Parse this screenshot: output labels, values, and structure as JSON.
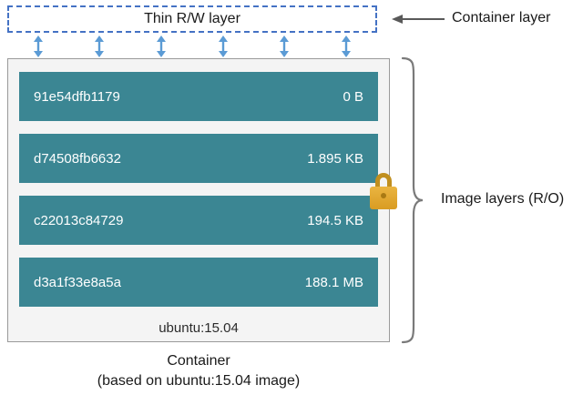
{
  "thin_layer": {
    "label": "Thin R/W layer"
  },
  "annotations": {
    "container_layer": "Container layer",
    "image_layers": "Image layers (R/O)"
  },
  "container": {
    "base_image": "ubuntu:15.04",
    "caption_line1": "Container",
    "caption_line2": "(based on ubuntu:15.04 image)",
    "layers": [
      {
        "id": "91e54dfb1179",
        "size": "0 B"
      },
      {
        "id": "d74508fb6632",
        "size": "1.895 KB"
      },
      {
        "id": "c22013c84729",
        "size": "194.5 KB"
      },
      {
        "id": "d3a1f33e8a5a",
        "size": "188.1 MB"
      }
    ]
  },
  "icons": {
    "lock": "padlock-icon",
    "vertical_arrow": "double-arrow-icon",
    "pointer_arrow": "left-arrow-icon",
    "brace": "curly-brace"
  },
  "colors": {
    "layer_bar": "#3b8693",
    "arrow_blue": "#5b9bd5",
    "dashed_border": "#4472c4",
    "container_bg": "#f4f4f4",
    "lock_gold": "#d99c22",
    "brace_gray": "#7a7a7a"
  }
}
